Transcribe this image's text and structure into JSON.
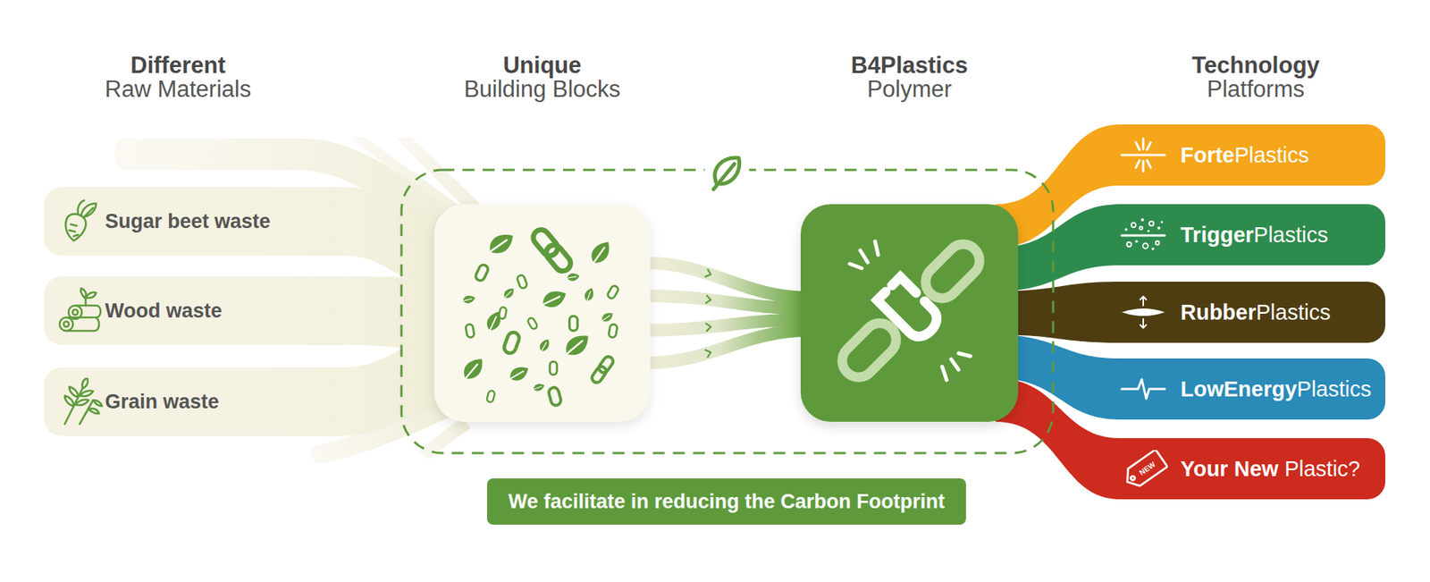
{
  "diagram": {
    "nodes": [
      {
        "text": [
          "Sugar beet waste"
        ]
      },
      {
        "text": [
          "Wood waste"
        ]
      },
      {
        "text": [
          "Grain waste"
        ]
      },
      {
        "text": [
          "Unique",
          "Building Blocks"
        ]
      },
      {
        "text": [
          "B4Plastics",
          "Polymer"
        ]
      },
      {
        "text": [
          "Forte",
          "Plastics"
        ]
      },
      {
        "text": [
          "Trigger",
          "Plastics"
        ]
      },
      {
        "text": [
          "Rubber",
          "Plastics"
        ]
      },
      {
        "text": [
          "LowEnergy",
          "Plastics"
        ]
      },
      {
        "text": [
          "Your New",
          "Plastic?"
        ]
      },
      {
        "text": [
          "We facilitate in reducing the Carbon Footprint"
        ]
      }
    ],
    "edges": [
      {
        "from": 0,
        "to": 3,
        "arrow": "none"
      },
      {
        "from": 1,
        "to": 3,
        "arrow": "none"
      },
      {
        "from": 2,
        "to": 3,
        "arrow": "none"
      },
      {
        "from": 3,
        "to": 4,
        "arrow": "to"
      },
      {
        "from": 4,
        "to": 5,
        "arrow": "none"
      },
      {
        "from": 4,
        "to": 6,
        "arrow": "none"
      },
      {
        "from": 4,
        "to": 7,
        "arrow": "none"
      },
      {
        "from": 4,
        "to": 8,
        "arrow": "none"
      },
      {
        "from": 4,
        "to": 9,
        "arrow": "none"
      }
    ],
    "labels": [
      "Different",
      "Raw Materials",
      "Technology",
      "Platforms",
      "NEW"
    ]
  }
}
